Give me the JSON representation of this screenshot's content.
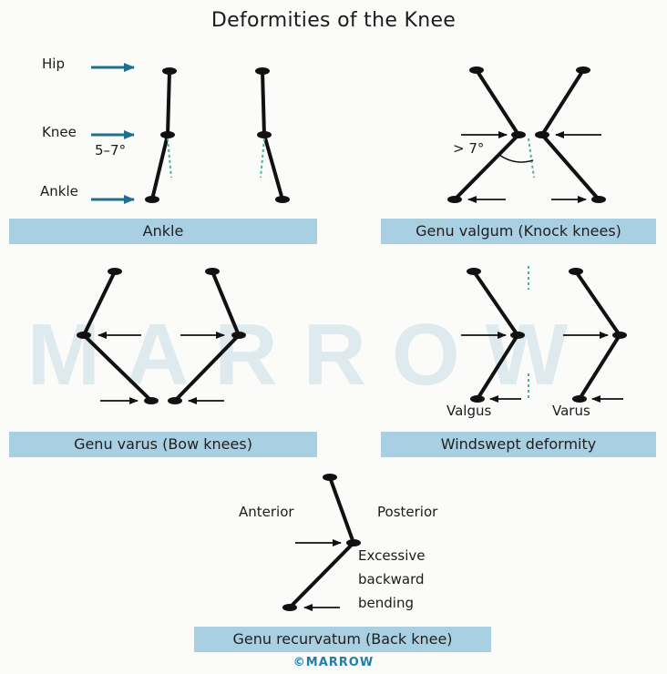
{
  "title": "Deformities of the Knee",
  "watermark": "MARROW",
  "copyright": "©MARROW",
  "colors": {
    "caption_bg": "#a9cfe3",
    "arrow_blue": "#1e6f8e",
    "line": "#111111"
  },
  "panels": {
    "normal": {
      "caption": "Ankle",
      "labels": {
        "hip": "Hip",
        "knee": "Knee",
        "ankle": "Ankle",
        "angle": "5–7°"
      }
    },
    "valgum": {
      "caption": "Genu valgum (Knock knees)",
      "angle": "> 7°"
    },
    "varus": {
      "caption": "Genu varus (Bow knees)"
    },
    "windswept": {
      "caption": "Windswept deformity",
      "left_label": "Valgus",
      "right_label": "Varus"
    },
    "recurvatum": {
      "caption": "Genu recurvatum (Back knee)",
      "anterior": "Anterior",
      "posterior": "Posterior",
      "note_line1": "Excessive",
      "note_line2": "backward",
      "note_line3": "bending"
    }
  }
}
